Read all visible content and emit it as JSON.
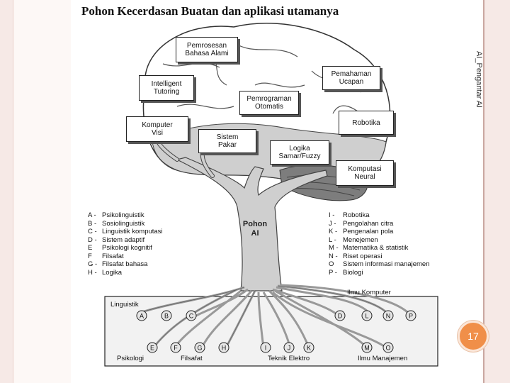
{
  "title": "Pohon Kecerdasan Buatan dan aplikasi utamanya",
  "side_label": "AI_Pengantar AI",
  "page_number": "17",
  "trunk_label": "Pohon\nAI",
  "boxes": [
    {
      "name": "box-pemrosesan-bahasa-alami",
      "text": "Pemrosesan\nBahasa Alami"
    },
    {
      "name": "box-pemahaman-ucapan",
      "text": "Pemahaman\nUcapan"
    },
    {
      "name": "box-intelligent-tutoring",
      "text": "Intelligent\nTutoring"
    },
    {
      "name": "box-pemrograman-otomatis",
      "text": "Pemrograman\nOtomatis"
    },
    {
      "name": "box-robotika",
      "text": "Robotika"
    },
    {
      "name": "box-komputer-visi",
      "text": "Komputer\nVisi"
    },
    {
      "name": "box-sistem-pakar",
      "text": "Sistem\nPakar"
    },
    {
      "name": "box-logika-samar",
      "text": "Logika\nSamar/Fuzzy"
    },
    {
      "name": "box-komputasi-neural",
      "text": "Komputasi\nNeural"
    }
  ],
  "legend_left": [
    {
      "code": "A -",
      "label": "Psikolinguistik"
    },
    {
      "code": "B -",
      "label": "Sosiolinguistik"
    },
    {
      "code": "C -",
      "label": "Linguistik komputasi"
    },
    {
      "code": "D -",
      "label": "Sistem adaptif"
    },
    {
      "code": "E",
      "label": "Psikologi kognitif"
    },
    {
      "code": "F",
      "label": "Filsafat"
    },
    {
      "code": "G -",
      "label": "Filsafat bahasa"
    },
    {
      "code": "H -",
      "label": "Logika"
    }
  ],
  "legend_right": [
    {
      "code": "I -",
      "label": "Robotika"
    },
    {
      "code": "J -",
      "label": "Pengolahan citra"
    },
    {
      "code": "K -",
      "label": "Pengenalan pola"
    },
    {
      "code": "L -",
      "label": "Menejemen"
    },
    {
      "code": "M -",
      "label": "Matematika & statistik"
    },
    {
      "code": "N -",
      "label": "Riset operasi"
    },
    {
      "code": "O",
      "label": "Sistem informasi  manajemen"
    },
    {
      "code": "P -",
      "label": "Biologi"
    }
  ],
  "root_labels": {
    "ilmu_komputer": "Ilmu Komputer",
    "linguistik": "Linguistik",
    "psikologi": "Psikologi",
    "filsafat": "Filsafat",
    "teknik_elektro": "Teknik Elektro",
    "ilmu_manajemen": "Ilmu Manajemen"
  },
  "root_nodes": [
    "A",
    "B",
    "C",
    "D",
    "L",
    "N",
    "P",
    "E",
    "F",
    "G",
    "H",
    "I",
    "J",
    "K",
    "M",
    "O"
  ]
}
